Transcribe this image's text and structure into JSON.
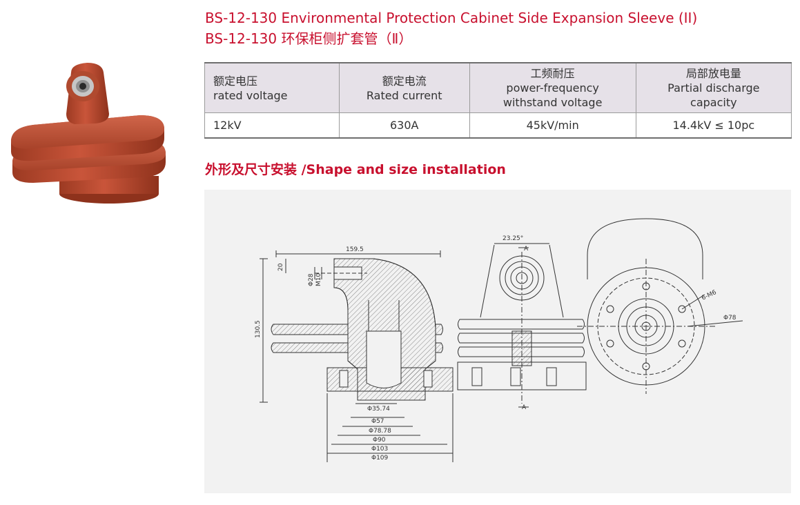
{
  "header": {
    "title_en": "BS-12-130 Environmental Protection Cabinet Side Expansion Sleeve (II)",
    "title_cn": "BS-12-130 环保柜侧扩套管（Ⅱ）"
  },
  "spec_table": {
    "headers": [
      {
        "cn": "额定电压",
        "en1": "rated voltage",
        "en2": ""
      },
      {
        "cn": "额定电流",
        "en1": "Rated current",
        "en2": ""
      },
      {
        "cn": "工频耐压",
        "en1": "power-frequency",
        "en2": "withstand voltage"
      },
      {
        "cn": "局部放电量",
        "en1": "Partial discharge",
        "en2": "capacity"
      }
    ],
    "values": [
      "12kV",
      "630A",
      "45kV/min",
      "14.4kV ≤ 10pc"
    ]
  },
  "section": {
    "title": "外形及尺寸安装 /Shape and size installation"
  },
  "drawing_dims": {
    "width_top": "159.5",
    "d20": "20",
    "d28": "Φ28",
    "m10": "M10",
    "height": "130.5",
    "d3574": "Φ35.74",
    "d57": "Φ57",
    "d7878": "Φ78.78",
    "d90": "Φ90",
    "d103": "Φ103",
    "d109": "Φ109",
    "angle": "23.25°",
    "section_a_top": "A",
    "section_a_bottom": "A",
    "holes": "6-M6",
    "d78": "Φ78"
  },
  "colors": {
    "title_red": "#c8102e",
    "product": "#b8472c",
    "header_bg": "#e6e1e8"
  }
}
